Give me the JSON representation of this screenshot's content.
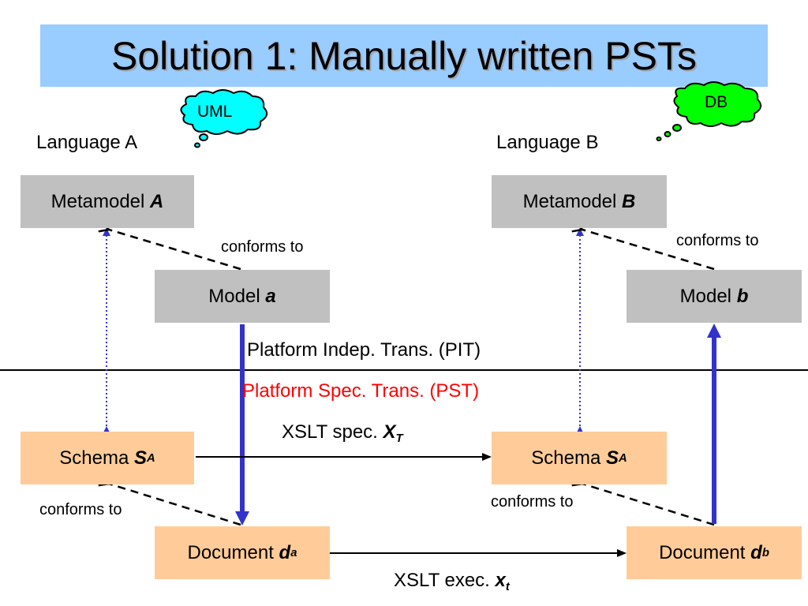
{
  "title": "Solution 1: Manually written PSTs",
  "clouds": {
    "left": "UML",
    "right": "DB"
  },
  "languages": {
    "a": "Language A",
    "b": "Language B"
  },
  "metamodels": {
    "a": {
      "prefix": "Metamodel ",
      "var": "A"
    },
    "b": {
      "prefix": "Metamodel ",
      "var": "B"
    }
  },
  "models": {
    "a": {
      "prefix": "Model ",
      "var": "a"
    },
    "b": {
      "prefix": "Model ",
      "var": "b"
    }
  },
  "schemas": {
    "left": {
      "prefix": "Schema ",
      "var": "S",
      "sub": "A"
    },
    "right": {
      "prefix": "Schema ",
      "var": "S",
      "sub": "A"
    }
  },
  "documents": {
    "a": {
      "prefix": "Document ",
      "var": "d",
      "sub": "a"
    },
    "b": {
      "prefix": "Document ",
      "var": "d",
      "sub": "b"
    }
  },
  "conforms": {
    "top_left": "conforms to",
    "top_right": "conforms to",
    "bottom_left": "conforms to",
    "bottom_right": "conforms to"
  },
  "transforms": {
    "pit": "Platform Indep. Trans. (PIT)",
    "pst": "Platform Spec. Trans. (PST)",
    "pst_color": "#ff0000"
  },
  "xslt": {
    "spec": {
      "prefix": "XSLT spec. ",
      "var": "X",
      "sub": "T"
    },
    "exec": {
      "prefix": "XSLT exec. ",
      "var": "x",
      "sub": "t"
    }
  },
  "colors": {
    "title_bg": "#99ccff",
    "meta_box": "#c0c0c0",
    "xml_box": "#ffcc99",
    "cloud_left": "#00ffff",
    "cloud_right": "#00ff00",
    "blue_arrow": "#3333cc"
  }
}
